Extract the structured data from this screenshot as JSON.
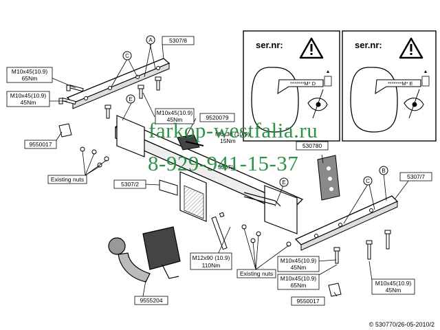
{
  "watermark": {
    "url": "farkop-westfalia.ru",
    "phone": "8-929-941-15-37"
  },
  "warning_panels": [
    {
      "label": "ser.nr:",
      "serial": "*******M* D"
    },
    {
      "label": "ser.nr:",
      "serial": "*******M* E"
    }
  ],
  "part_numbers": {
    "bracket_left": "5307/8",
    "bracket_right": "5307/7",
    "center_part": "9520079",
    "side_bracket": "5307/2",
    "hidden_bracket": "5307/4",
    "wiring": "530780",
    "nut_set_top": "9550017",
    "nut_set_bottom": "9550017",
    "ball": "9555204"
  },
  "callout_letters": {
    "a": "A",
    "b": "B",
    "c_left": "C",
    "c_right": "C",
    "e_left": "E",
    "e_mid": "E"
  },
  "bolts": {
    "top_left_1": {
      "size": "M10x45(10.9)",
      "torque": "65Nm"
    },
    "top_left_2": {
      "size": "M10x45(10.9)",
      "torque": "45Nm"
    },
    "center_left": {
      "size": "M10x45(10.9)",
      "torque": "45Nm"
    },
    "center_top": {
      "size": "M6x30 (10.9)",
      "torque": "15Nm"
    },
    "long_bolt": {
      "size": "M12x90 (10.9)",
      "torque": "110Nm"
    },
    "bottom_1": {
      "size": "M10x45(10.9)",
      "torque": "45Nm"
    },
    "bottom_2": {
      "size": "M10x45(10.9)",
      "torque": "65Nm"
    },
    "bottom_right": {
      "size": "M10x45(10.9)",
      "torque": "45Nm"
    }
  },
  "existing_nuts_left": "Existing nuts",
  "existing_nuts_bottom": "Existing nuts",
  "copyright": "© 530770/26-05-2010/2"
}
